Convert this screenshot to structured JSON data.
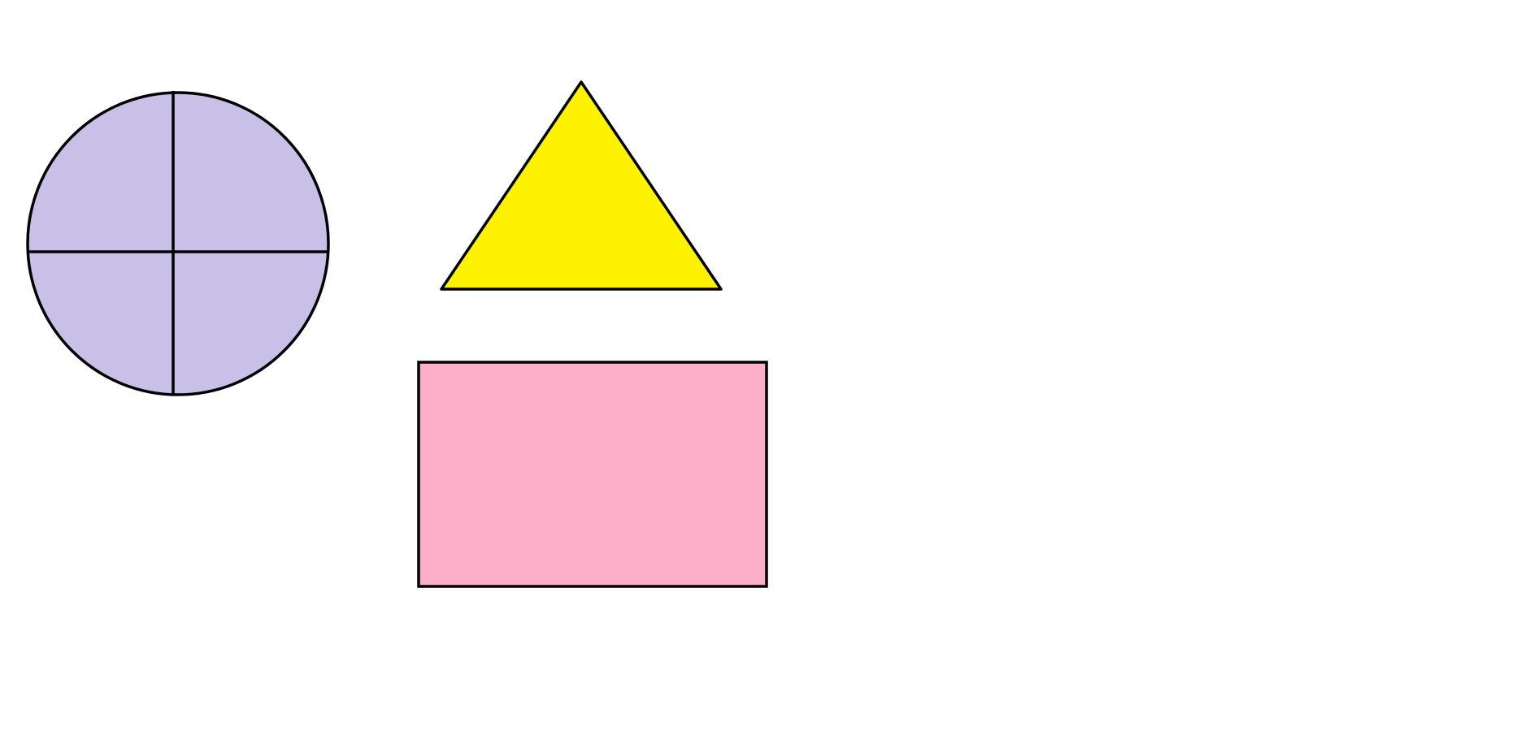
{
  "canvas": {
    "background": "#ffffff"
  },
  "shapes": [
    {
      "kind": "circle",
      "name": "quartered-circle",
      "fill": "#c8c0e6",
      "stroke": "#000000",
      "divisions": "quarters"
    },
    {
      "kind": "triangle",
      "name": "triangle",
      "fill": "#fff200",
      "stroke": "#000000"
    },
    {
      "kind": "rectangle",
      "name": "rectangle",
      "fill": "#fdaec8",
      "stroke": "#000000"
    }
  ]
}
